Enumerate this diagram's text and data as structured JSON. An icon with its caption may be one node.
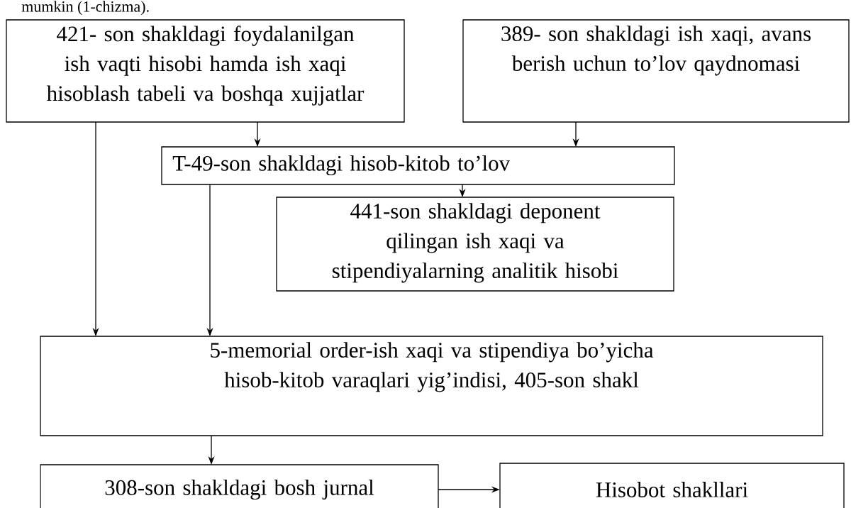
{
  "diagram": {
    "nodes": [
      {
        "text": [
          "421- son shakldagi foydalanilgan ish vaqti hisobi hamda ish xaqi hisoblash tabeli va boshqa xujjatlar"
        ]
      },
      {
        "text": [
          "389- son shakldagi ish xaqi, avans berish uchun to’lov qaydnomasi"
        ]
      },
      {
        "text": [
          "T-49-son shakldagi hisob-kitob to’lov"
        ]
      },
      {
        "text": [
          "441-son shakldagi deponent qilingan ish xaqi va stipendiyalarning analitik hisobi"
        ]
      },
      {
        "text": [
          "5-memorial order-ish xaqi va stipendiya bo’yicha hisob-kitob varaqlari yig’indisi, 405-son shakl"
        ]
      },
      {
        "text": [
          "308-son shakldagi bosh jurnal"
        ]
      },
      {
        "text": [
          "Hisobot shakllari"
        ]
      }
    ],
    "edges": [
      {
        "from": 0,
        "to": 4,
        "arrow": "to"
      },
      {
        "from": 0,
        "to": 2,
        "arrow": "to"
      },
      {
        "from": 1,
        "to": 2,
        "arrow": "to"
      },
      {
        "from": 2,
        "to": 3,
        "arrow": "to"
      },
      {
        "from": 2,
        "to": 4,
        "arrow": "to"
      },
      {
        "from": 4,
        "to": 5,
        "arrow": "to"
      },
      {
        "from": 5,
        "to": 6,
        "arrow": "to"
      }
    ],
    "labels": [
      "mumkin (1-chizma)."
    ]
  }
}
